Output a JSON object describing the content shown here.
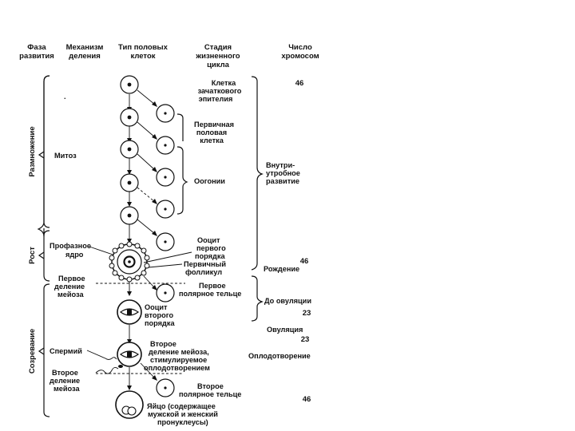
{
  "headers": {
    "phase": [
      "Фаза",
      "развития"
    ],
    "mechanism": [
      "Механизм",
      "деления"
    ],
    "cell_type": [
      "Тип половых",
      "клеток"
    ],
    "stage": [
      "Стадия",
      "жизненного",
      "цикла"
    ],
    "chromosomes": [
      "Число",
      "хромосом"
    ]
  },
  "phases": {
    "reproduction": "Размножение",
    "growth": "Рост",
    "maturation": "Созревание"
  },
  "mechanisms": {
    "mitosis": "Митоз",
    "prophase_nucleus": [
      "Профазное",
      "ядро"
    ],
    "first_meiosis": [
      "Первое",
      "деление",
      "мейоза"
    ],
    "sperm": "Спермий",
    "second_meiosis": [
      "Второе",
      "деление",
      "мейоза"
    ]
  },
  "stages": {
    "germinal_epithelium": [
      "Клетка",
      "зачаткового",
      "эпителия"
    ],
    "primary_germ_cell": [
      "Первичная",
      "половая",
      "клетка"
    ],
    "oogonia": "Оогонии",
    "primary_oocyte": [
      "Ооцит",
      "первого",
      "порядка"
    ],
    "primary_follicle": [
      "Первичный",
      "фолликул"
    ],
    "first_polar_body": [
      "Первое",
      "полярное тельце"
    ],
    "secondary_oocyte": [
      "Ооцит",
      "второго",
      "порядка"
    ],
    "second_meiosis_fert": [
      "Второе",
      "деление мейоза,",
      "стимулируемое",
      "оплодотворением"
    ],
    "second_polar_body": [
      "Второе",
      "полярное тельце"
    ],
    "egg": [
      "Яйцо (содержащее",
      "мужской и женский",
      "пронуклеусы)"
    ]
  },
  "life_cycle": {
    "intrauterine": [
      "Внутри-",
      "утробное",
      "развитие"
    ],
    "birth": "Рождение",
    "before_ovulation": "До овуляции",
    "ovulation": "Овуляция",
    "fertilization": "Оплодотворение"
  },
  "chromosome_numbers": {
    "epithelium": "46",
    "birth": "46",
    "before_ovulation": "23",
    "ovulation": "23",
    "egg": "46"
  },
  "marks": {
    "stray_dot": "."
  }
}
